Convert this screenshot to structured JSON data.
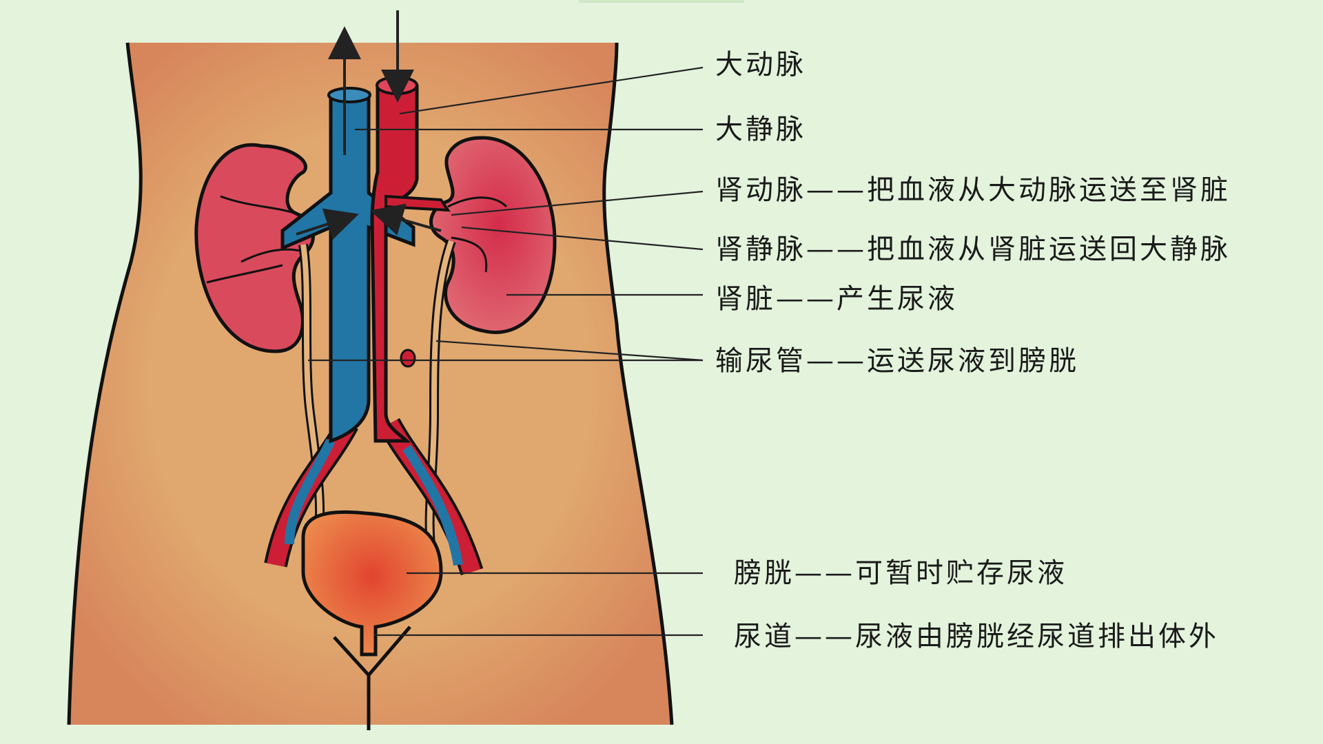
{
  "labels": {
    "aorta": "大动脉",
    "vena_cava": "大静脉",
    "renal_artery": "肾动脉——把血液从大动脉运送至肾脏",
    "renal_vein": "肾静脉——把血液从肾脏运送回大静脉",
    "kidney": "肾脏——产生尿液",
    "ureter": "输尿管——运送尿液到膀胱",
    "bladder": "膀胱——可暂时贮存尿液",
    "urethra": "尿道——尿液由膀胱经尿道排出体外"
  },
  "colors": {
    "background": "#e3f3dc",
    "skin": "#dfa770",
    "skin_shadow": "#d98a5c",
    "artery": "#cc1f36",
    "vein": "#2176a6",
    "kidney": "#d8475a",
    "ureter": "#e0b07a",
    "bladder": "#e26a3a",
    "leader_line": "#222222"
  }
}
